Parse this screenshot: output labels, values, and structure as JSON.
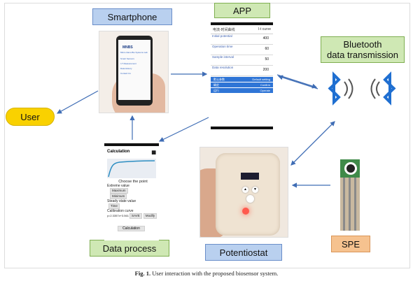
{
  "labels": {
    "smartphone": "Smartphone",
    "app": "APP",
    "bluetooth": "Bluetooth\ndata transmission",
    "user": "User",
    "data_process": "Data process",
    "potentiostat": "Potentiostat",
    "spe": "SPE"
  },
  "caption": {
    "bold": "Fig. 1.",
    "text": "User interaction with the proposed biosensor system."
  },
  "app_screen": {
    "title": "电流-时间曲线",
    "tab": "I-t curve",
    "rows": [
      {
        "label": "Initial potential",
        "value": "400"
      },
      {
        "label": "Operation time",
        "value": "60"
      },
      {
        "label": "Sample interval",
        "value": "50"
      },
      {
        "label": "Data resolution",
        "value": "200"
      }
    ],
    "buttons": [
      {
        "left": "默认参数",
        "right": "Default setting"
      },
      {
        "left": "确定",
        "right": "Confirm"
      },
      {
        "left": "运行",
        "right": "Operate"
      }
    ]
  },
  "calc_screen": {
    "title": "Calculation",
    "choose": "Choose the point",
    "extreme": "Extreme value",
    "maximum": "Maximum",
    "minimum": "Minimum",
    "steady": "Steady state value",
    "time": "Time",
    "calibration": "Calibration curve",
    "equation": "y=2.3357x+3.561",
    "save": "SAVE",
    "modify": "Modify",
    "calc_button": "Calculation"
  },
  "phone_screen": {
    "brand": "MNBS",
    "items": [
      "Micro-Nano Bio Systems Lab",
      "Smart Sensors",
      "I-T Measurement",
      "Data History",
      "Contact Us"
    ]
  },
  "colors": {
    "blue_label": "#b9d0ef",
    "green_label": "#cfe8b4",
    "orange_label": "#f6c28f",
    "yellow_label": "#f9d100",
    "arrow": "#3f6db5",
    "bluetooth": "#1f6fd1"
  }
}
